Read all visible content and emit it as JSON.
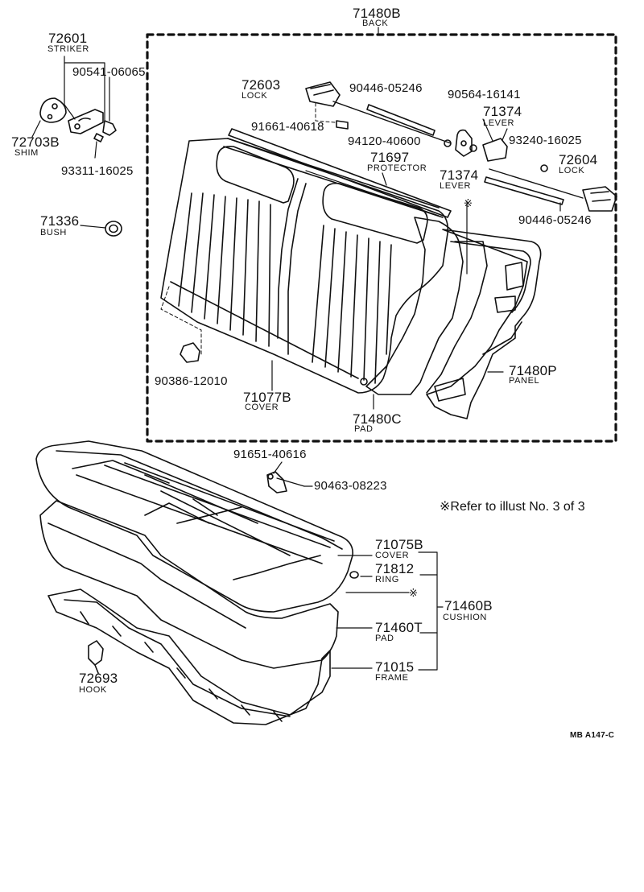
{
  "back": {
    "part_no": "71480B",
    "name": "BACK"
  },
  "striker": {
    "part_no": "72601",
    "name": "STRIKER"
  },
  "bolt_90541": {
    "part_no": "90541-06065"
  },
  "shim": {
    "part_no": "72703B",
    "name": "SHIM"
  },
  "screw_93311": {
    "part_no": "93311-16025"
  },
  "bush": {
    "part_no": "71336",
    "name": "BUSH"
  },
  "lock_left": {
    "part_no": "72603",
    "name": "LOCK"
  },
  "rod_upper": {
    "part_no": "90446-05246"
  },
  "screw_91661": {
    "part_no": "91661-40618"
  },
  "clip_90564": {
    "part_no": "90564-16141"
  },
  "lever_upper": {
    "part_no": "71374",
    "name": "LEVER"
  },
  "nut_94120": {
    "part_no": "94120-40600"
  },
  "protector": {
    "part_no": "71697",
    "name": "PROTECTOR"
  },
  "screw_93240": {
    "part_no": "93240-16025"
  },
  "lever_lower": {
    "part_no": "71374",
    "name": "LEVER"
  },
  "lock_right": {
    "part_no": "72604",
    "name": "LOCK"
  },
  "rod_lower": {
    "part_no": "90446-05246"
  },
  "ref_mark": "※",
  "clip_90386": {
    "part_no": "90386-12010"
  },
  "back_cover": {
    "part_no": "71077B",
    "name": "COVER"
  },
  "back_pad": {
    "part_no": "71480C",
    "name": "PAD"
  },
  "panel": {
    "part_no": "71480P",
    "name": "PANEL"
  },
  "screw_91651": {
    "part_no": "91651-40616"
  },
  "bracket_90463": {
    "part_no": "90463-08223"
  },
  "refer_note": "※Refer to illust No. 3 of 3",
  "cushion_cover": {
    "part_no": "71075B",
    "name": "COVER"
  },
  "ring": {
    "part_no": "71812",
    "name": "RING"
  },
  "cushion": {
    "part_no": "71460B",
    "name": "CUSHION"
  },
  "cushion_pad": {
    "part_no": "71460T",
    "name": "PAD"
  },
  "frame": {
    "part_no": "71015",
    "name": "FRAME"
  },
  "hook": {
    "part_no": "72693",
    "name": "HOOK"
  },
  "drawing_code": "MB A147-C"
}
